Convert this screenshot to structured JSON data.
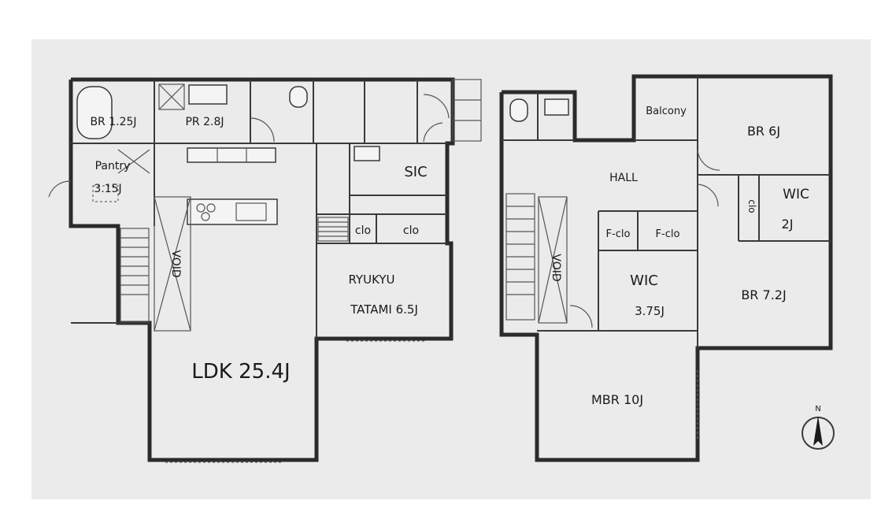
{
  "colors": {
    "sheet": "#ebebeb",
    "ink": "#1a1a1a",
    "background": "#ffffff"
  },
  "north": "N",
  "rooms": {
    "bath": "BR 1.25J",
    "powder": "PR 2.8J",
    "pantry_name": "Pantry",
    "pantry_size": "3.15J",
    "void_1f": "VOID",
    "ldk": "LDK 25.4J",
    "sic": "SIC",
    "clo_1": "clo",
    "clo_2": "clo",
    "tatami_1": "RYUKYU",
    "tatami_2": "TATAMI 6.5J",
    "hall": "HALL",
    "balcony": "Balcony",
    "br6": "BR 6J",
    "wic_small_1": "WIC",
    "wic_small_2": "2J",
    "clo_side": "clo",
    "fclo_1": "F-clo",
    "fclo_2": "F-clo",
    "void_2f": "VOID",
    "wic_1": "WIC",
    "wic_2": "3.75J",
    "br72": "BR 7.2J",
    "mbr": "MBR 10J"
  }
}
